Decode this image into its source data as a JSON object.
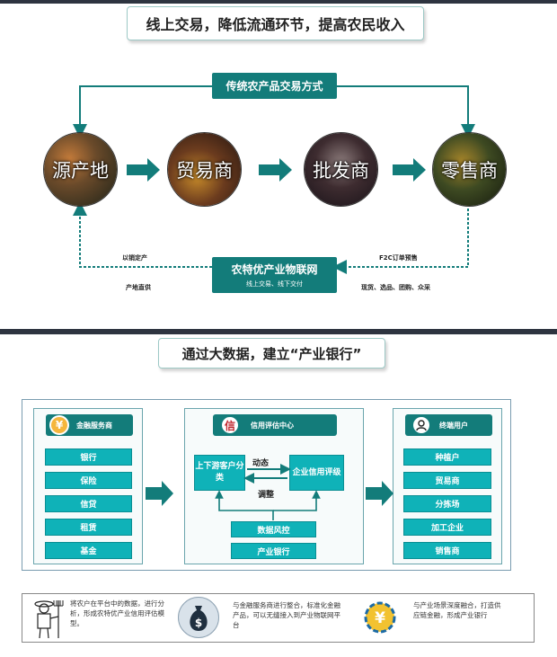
{
  "section1": {
    "title": "线上交易，降低流通环节，提高农民收入",
    "traditional_label": "传统农产品交易方式",
    "nodes": [
      "源产地",
      "贸易商",
      "批发商",
      "零售商"
    ],
    "platform": {
      "title": "农特优产业物联网",
      "subtitle": "线上交易、线下交付"
    },
    "left_labels": [
      "以销定产",
      "产地直供"
    ],
    "right_labels": [
      "F2C订单预售",
      "现货、选品、团购、众采"
    ]
  },
  "section2": {
    "title": "通过大数据，建立“产业银行”",
    "left_panel": {
      "title": "金融服务商",
      "icon": "yen-icon",
      "items": [
        "银行",
        "保险",
        "信贷",
        "租赁",
        "基金"
      ]
    },
    "mid_panel": {
      "title": "信用评估中心",
      "icon_char": "信",
      "left_box": "上下游客户分类",
      "right_box": "企业信用评级",
      "top_label": "动态",
      "bottom_label": "调整",
      "items": [
        "数据风控",
        "产业银行"
      ]
    },
    "right_panel": {
      "title": "终端用户",
      "icon": "user-icon",
      "items": [
        "种植户",
        "贸易商",
        "分拣场",
        "加工企业",
        "销售商"
      ]
    },
    "bottom": [
      "将农户在平台中的数据，进行分析，形成农特优产业信用评估模型。",
      "与金融服务商进行整合，标准化金融产品，可以无缝接入到产业物联网平台",
      "与产业场景深度融合，打造供应链金融，形成产业银行"
    ]
  },
  "colors": {
    "teal": "#137c7a",
    "tile": "#0fb2b8",
    "dark_bar": "#2e3440"
  }
}
